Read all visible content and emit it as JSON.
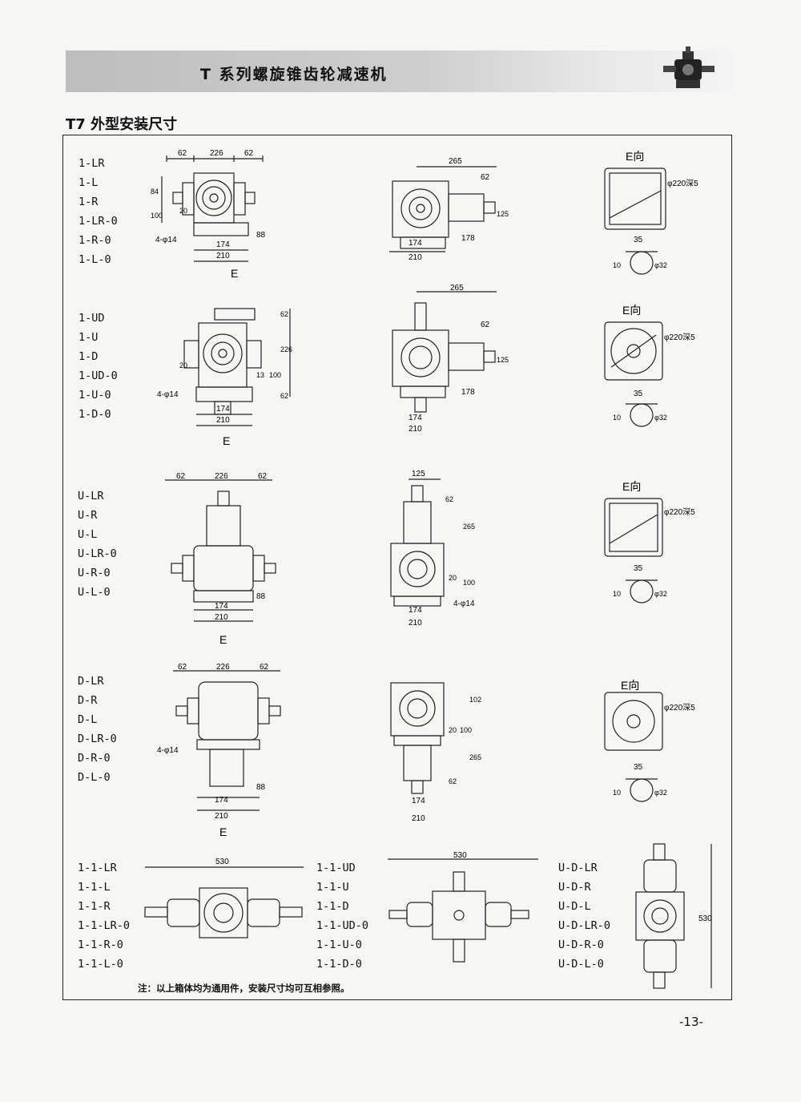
{
  "header": {
    "title": "T 系列螺旋锥齿轮减速机"
  },
  "section": {
    "title": "T7 外型安装尺寸"
  },
  "groups": [
    {
      "models": [
        "1-LR",
        "1-L",
        "1-R",
        "1-LR-0",
        "1-R-0",
        "1-L-0"
      ]
    },
    {
      "models": [
        "1-UD",
        "1-U",
        "1-D",
        "1-UD-0",
        "1-U-0",
        "1-D-0"
      ]
    },
    {
      "models": [
        "U-LR",
        "U-R",
        "U-L",
        "U-LR-0",
        "U-R-0",
        "U-L-0"
      ]
    },
    {
      "models": [
        "D-LR",
        "D-R",
        "D-L",
        "D-LR-0",
        "D-R-0",
        "D-L-0"
      ]
    }
  ],
  "bottom_groups": [
    {
      "models": [
        "1-1-LR",
        "1-1-L",
        "1-1-R",
        "1-1-LR-0",
        "1-1-R-0",
        "1-1-L-0"
      ]
    },
    {
      "models": [
        "1-1-UD",
        "1-1-U",
        "1-1-D",
        "1-1-UD-0",
        "1-1-U-0",
        "1-1-D-0"
      ]
    },
    {
      "models": [
        "U-D-LR",
        "U-D-R",
        "U-D-L",
        "U-D-LR-0",
        "U-D-R-0",
        "U-D-L-0"
      ]
    }
  ],
  "dims": {
    "d62": "62",
    "d226": "226",
    "d84": "84",
    "d100": "100",
    "d20": "20",
    "holes": "4-φ14",
    "d174": "174",
    "d88": "88",
    "d210": "210",
    "d265": "265",
    "d125": "125",
    "d178": "178",
    "d13": "13",
    "d102": "102",
    "d530": "530",
    "d35": "35",
    "d10": "10",
    "d32": "φ32",
    "flange": "φ220深5",
    "view_e": "E向",
    "arrow_e": "E"
  },
  "note": "注：以上箱体均为通用件，安装尺寸均可互相参照。",
  "page_number": "-13-"
}
